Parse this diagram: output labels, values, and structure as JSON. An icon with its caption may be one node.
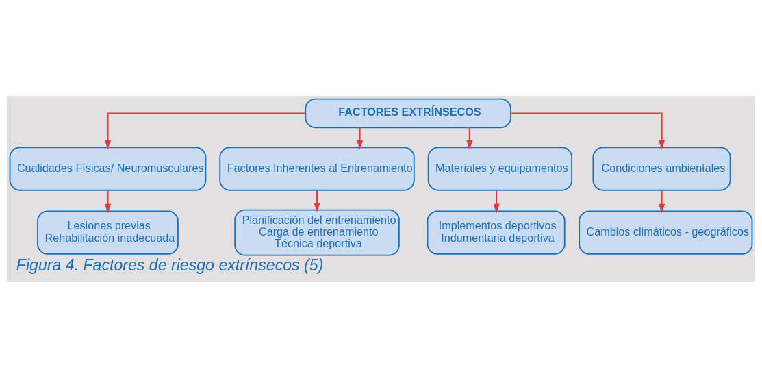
{
  "diagram": {
    "caption": "Figura 4. Factores de riesgo extrínsecos (5)",
    "nodes": [
      {
        "text": [
          "FACTORES EXTRÍNSECOS"
        ]
      },
      {
        "text": [
          "Cualidades Físicas/ Neuromusculares"
        ]
      },
      {
        "text": [
          "Factores Inherentes al Entrenamiento"
        ]
      },
      {
        "text": [
          "Materiales y equipamentos"
        ]
      },
      {
        "text": [
          "Condiciones ambientales"
        ]
      },
      {
        "text": [
          "Lesiones previas",
          "Rehabilitación inadecuada"
        ]
      },
      {
        "text": [
          "Planificación del entrenamiento",
          "Carga de entrenamiento",
          "Técnica deportiva"
        ]
      },
      {
        "text": [
          "Implementos deportivos",
          "Indumentaria deportiva"
        ]
      },
      {
        "text": [
          "Cambios climáticos - geográficos"
        ]
      }
    ],
    "edges": [
      {
        "from": 0,
        "to": 1,
        "arrow": "to"
      },
      {
        "from": 0,
        "to": 2,
        "arrow": "to"
      },
      {
        "from": 0,
        "to": 3,
        "arrow": "to"
      },
      {
        "from": 0,
        "to": 4,
        "arrow": "to"
      },
      {
        "from": 1,
        "to": 5,
        "arrow": "to"
      },
      {
        "from": 2,
        "to": 6,
        "arrow": "to"
      },
      {
        "from": 3,
        "to": 7,
        "arrow": "to"
      },
      {
        "from": 4,
        "to": 8,
        "arrow": "to"
      }
    ]
  }
}
